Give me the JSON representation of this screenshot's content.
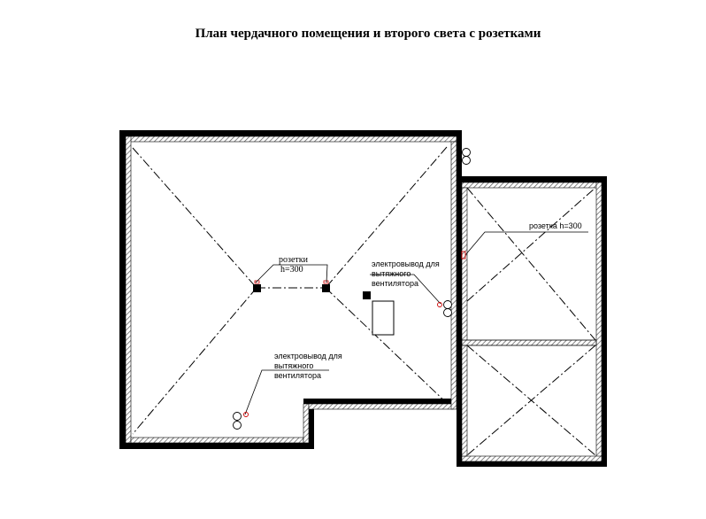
{
  "title": "План чердачного помещения и второго света с розетками",
  "labels": {
    "sockets_center_line1": "розетки",
    "sockets_center_line2": "h=300",
    "socket_right": "розетка h=300",
    "fan_outlet_upper": [
      "электровывод для",
      "вытяжного",
      "вентилятора"
    ],
    "fan_outlet_lower": [
      "электровывод для",
      "вытяжного",
      "вентилятора"
    ]
  },
  "colors": {
    "wall": "#000000",
    "hatch": "#555555",
    "marker_red": "#cc0000"
  }
}
